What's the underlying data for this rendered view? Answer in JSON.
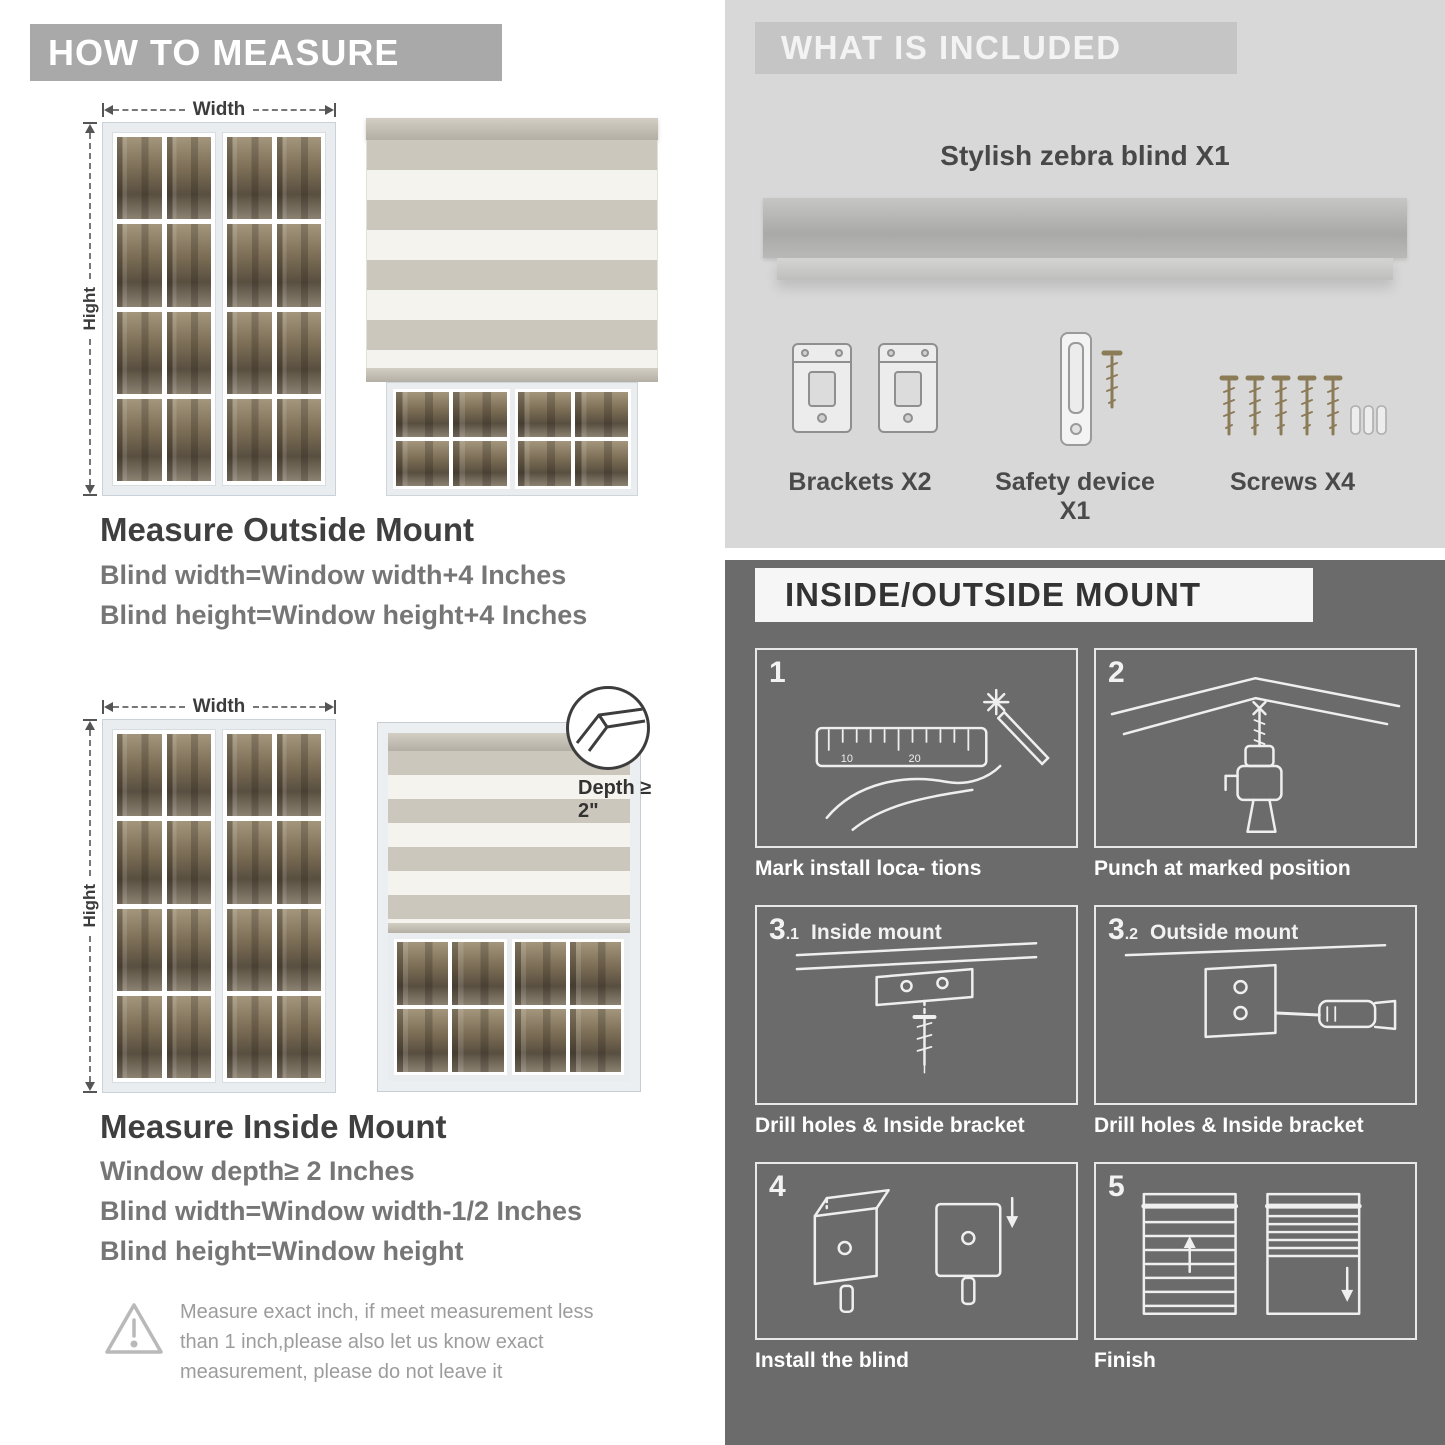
{
  "colors": {
    "left_banner_bg": "#a9a9a9",
    "heading_text": "#3f3f3f",
    "body_text": "#767676",
    "included_bg": "#d8d8d8",
    "included_banner_bg": "#c5c5c5",
    "dark_section_bg": "#6b6b6b",
    "panel_border": "#e8e8e8",
    "blind_stripe_gray": "#cbc7bc",
    "blind_stripe_sheer": "#f5f3ee"
  },
  "how_to_measure": {
    "banner": "HOW TO MEASURE",
    "width_label": "Width",
    "height_label": "Hight",
    "outside": {
      "heading": "Measure Outside Mount",
      "lines": [
        "Blind width=Window width+4 Inches",
        "Blind height=Window height+4 Inches"
      ]
    },
    "inside": {
      "heading": "Measure Inside Mount",
      "depth_callout": "Depth ≥ 2\"",
      "lines": [
        "Window depth≥ 2 Inches",
        "Blind width=Window width-1/2 Inches",
        "Blind height=Window height"
      ]
    },
    "warning": "Measure exact inch, if meet measurement less than 1 inch,please also let us know exact measurement, please do not leave it"
  },
  "included": {
    "banner": "WHAT IS INCLUDED",
    "product": "Stylish zebra blind X1",
    "items": [
      {
        "label": "Brackets X2",
        "icon": "brackets-icon"
      },
      {
        "label": "Safety device X1",
        "icon": "safety-device-icon"
      },
      {
        "label": "Screws X4",
        "icon": "screws-icon"
      }
    ]
  },
  "mount_guide": {
    "banner": "INSIDE/OUTSIDE MOUNT",
    "steps": [
      {
        "num": "1",
        "sub": "",
        "title": "",
        "caption": "Mark install loca- tions"
      },
      {
        "num": "2",
        "sub": "",
        "title": "",
        "caption": "Punch at  marked position"
      },
      {
        "num": "3",
        "sub": ".1",
        "title": "Inside mount",
        "caption": "Drill holes &  Inside bracket"
      },
      {
        "num": "3",
        "sub": ".2",
        "title": "Outside mount",
        "caption": "Drill holes &  Inside bracket"
      },
      {
        "num": "4",
        "sub": "",
        "title": "",
        "caption": "Install the blind"
      },
      {
        "num": "5",
        "sub": "",
        "title": "",
        "caption": "Finish"
      }
    ]
  }
}
